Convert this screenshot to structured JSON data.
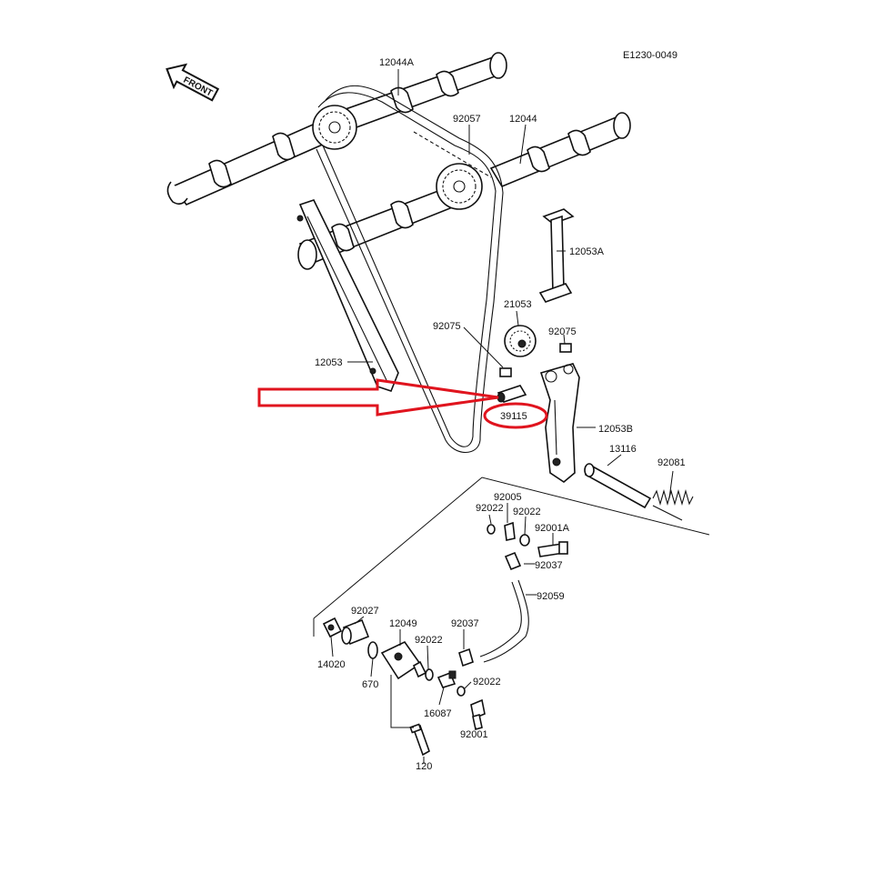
{
  "diagram_code": "E1230-0049",
  "front_badge": "FRONT",
  "highlight": {
    "part": "39115",
    "arrow_color": "#e0141e",
    "circle_color": "#e0141e"
  },
  "parts": {
    "p12044A": "12044A",
    "p92057": "92057",
    "p12044": "12044",
    "p12053A": "12053A",
    "p21053": "21053",
    "p92075a": "92075",
    "p92075b": "92075",
    "p12053": "12053",
    "p39115": "39115",
    "p12053B": "12053B",
    "p13116": "13116",
    "p92081": "92081",
    "p92005": "92005",
    "p92022a": "92022",
    "p92022b": "92022",
    "p92001A": "92001A",
    "p92037a": "92037",
    "p92059": "92059",
    "p92027": "92027",
    "p12049": "12049",
    "p92037b": "92037",
    "p92022c": "92022",
    "p92022d": "92022",
    "p14020": "14020",
    "p670": "670",
    "p16087": "16087",
    "p92001": "92001",
    "p120": "120"
  }
}
